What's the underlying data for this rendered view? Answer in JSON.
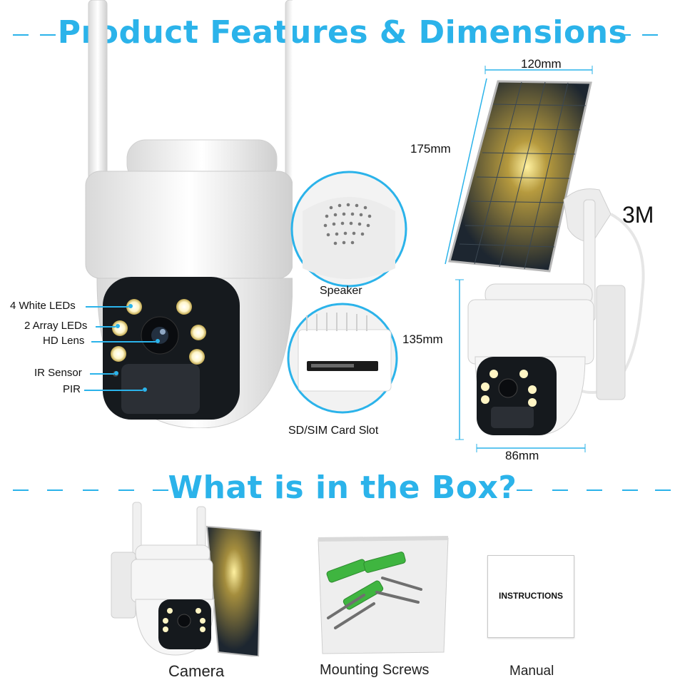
{
  "headings": {
    "features": "Product Features & Dimensions",
    "box": "What is in the Box?"
  },
  "callouts": {
    "white_leds": "4 White LEDs",
    "array_leds": "2 Array LEDs",
    "hd_lens": "HD Lens",
    "ir_sensor": "IR Sensor",
    "pir": "PIR",
    "speaker": "Speaker",
    "sd_slot": "SD/SIM Card Slot"
  },
  "dimensions": {
    "panel_width": "120mm",
    "panel_height": "175mm",
    "cable": "3M",
    "camera_height": "135mm",
    "camera_width": "86mm"
  },
  "box_items": {
    "camera": "Camera",
    "screws": "Mounting Screws",
    "manual": "Manual",
    "manual_cover": "INSTRUCTIONS"
  },
  "colors": {
    "accent": "#2bb3ea",
    "panel": "#1f2a35"
  }
}
